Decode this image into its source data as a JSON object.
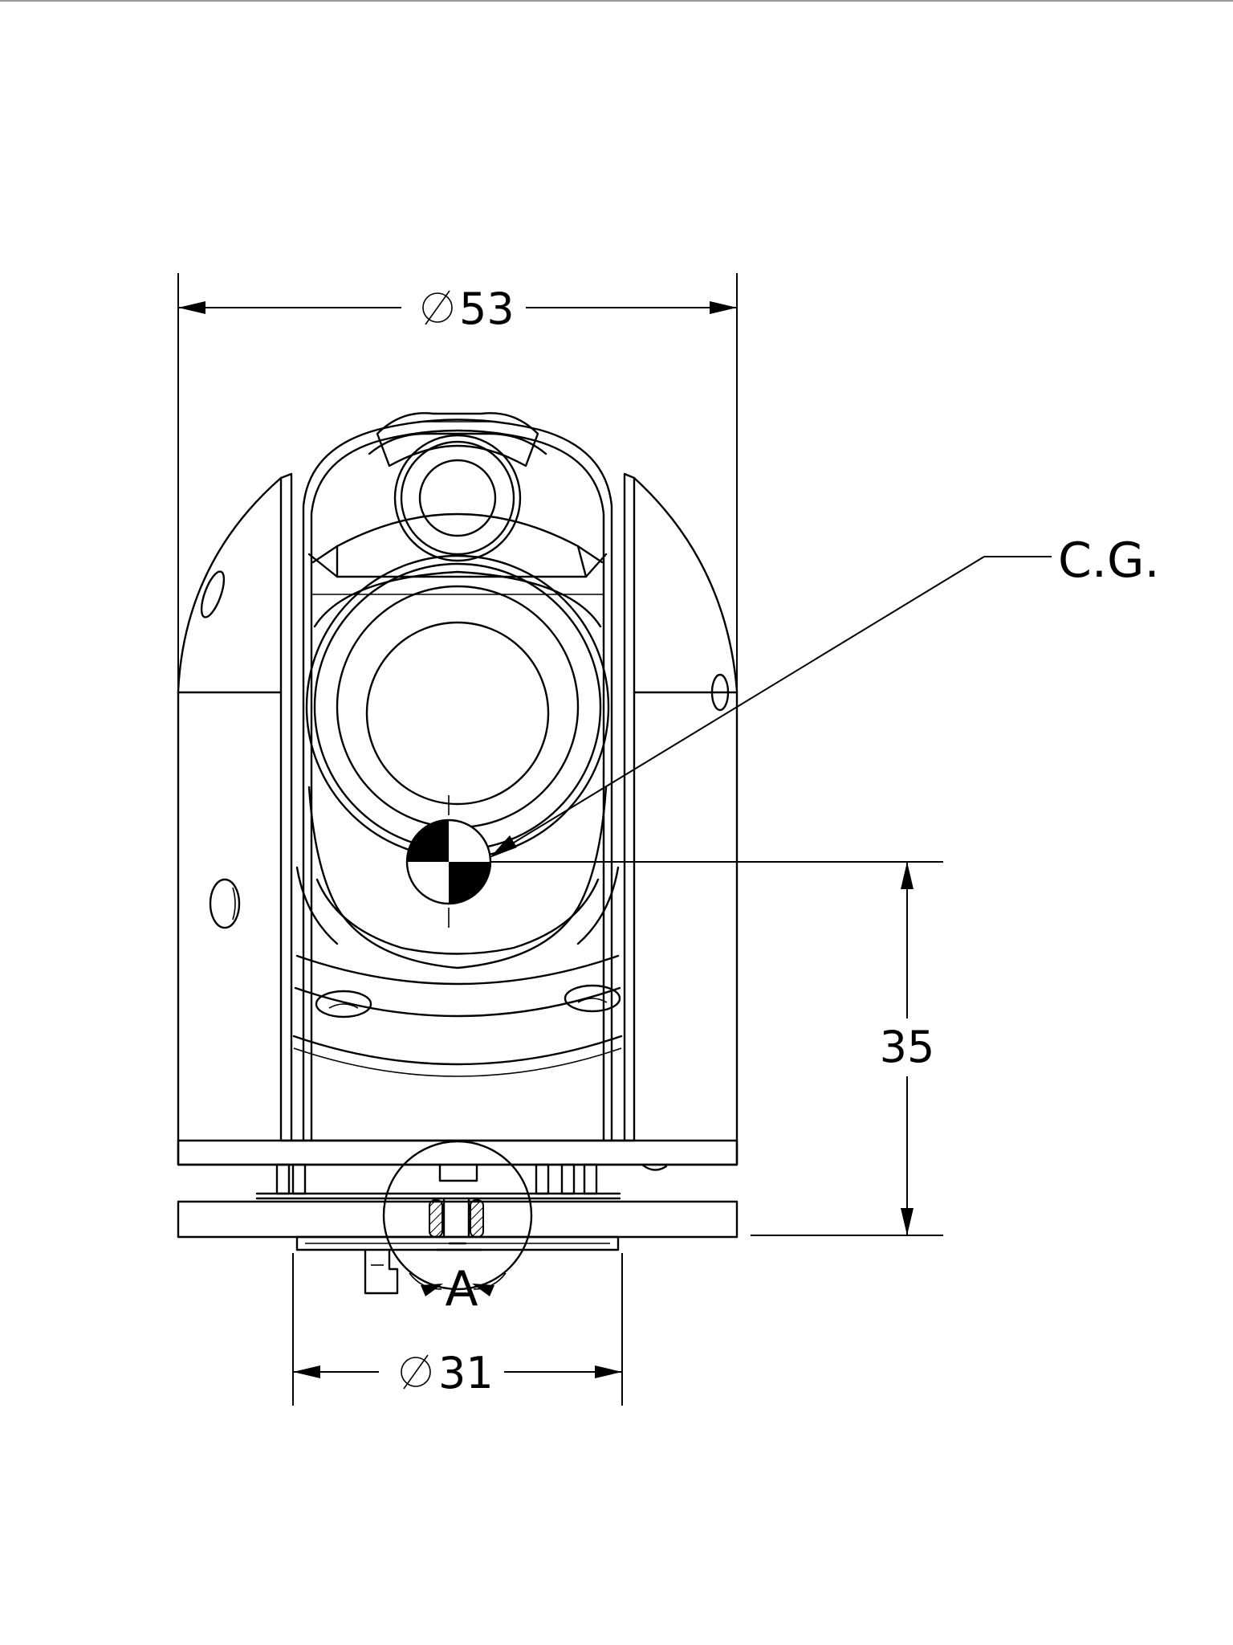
{
  "dimensions": {
    "overall_diameter": {
      "symbol": "⌀",
      "value": "53"
    },
    "base_diameter": {
      "symbol": "⌀",
      "value": "31"
    },
    "cg_height": {
      "value": "35"
    }
  },
  "callouts": {
    "center_of_gravity": "C.G.",
    "detail_view": "A"
  },
  "colors": {
    "line": "#000000",
    "background": "#ffffff"
  }
}
